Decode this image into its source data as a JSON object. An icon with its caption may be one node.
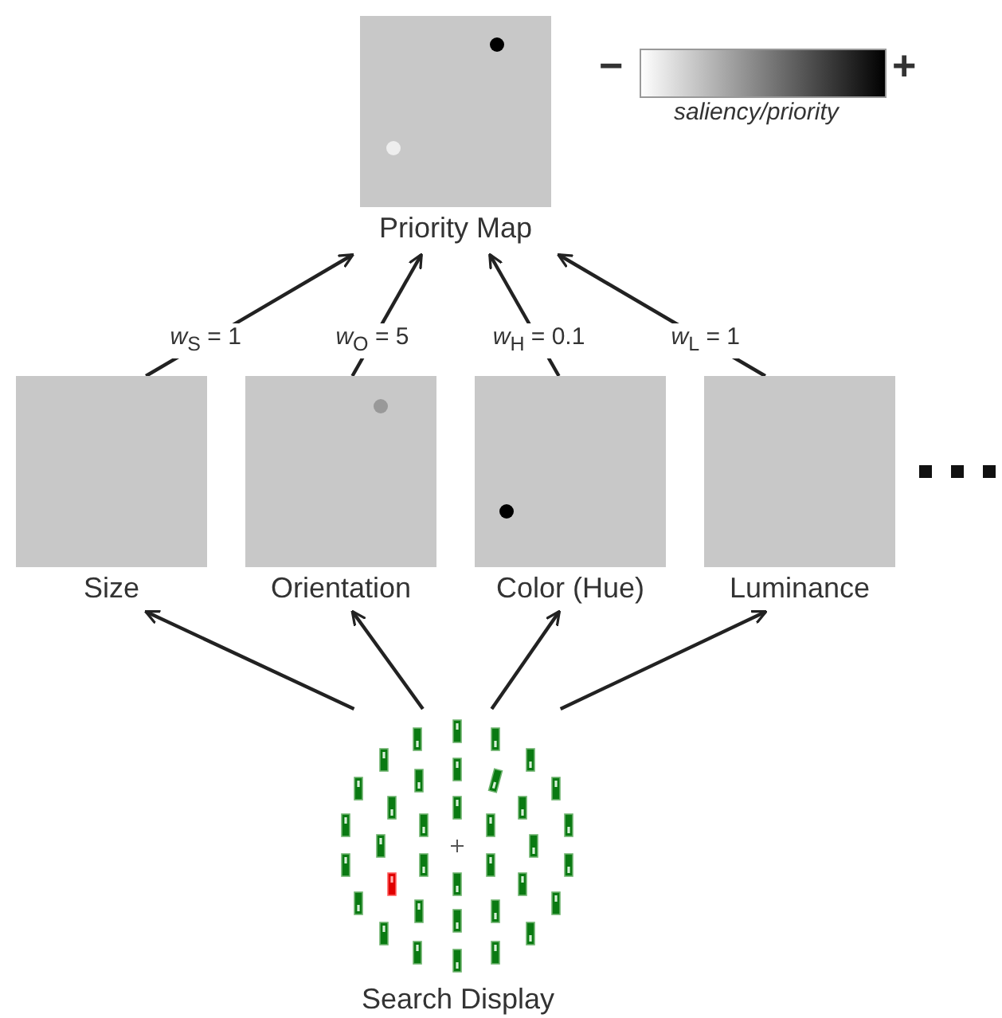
{
  "diagram": {
    "nodes": [
      {
        "text": [
          "Priority Map"
        ]
      },
      {
        "text": [
          "Size"
        ]
      },
      {
        "text": [
          "Orientation"
        ]
      },
      {
        "text": [
          "Color (Hue)"
        ]
      },
      {
        "text": [
          "Luminance"
        ]
      },
      {
        "text": [
          "Search Display"
        ]
      }
    ],
    "edges": [
      {
        "from": 1,
        "to": 0,
        "arrow": "to",
        "label": "*w*$_{S}$ = 1"
      },
      {
        "from": 2,
        "to": 0,
        "arrow": "to",
        "label": "*w*$_{O}$ = 5"
      },
      {
        "from": 3,
        "to": 0,
        "arrow": "to",
        "label": "*w*$_{H}$ = 0.1"
      },
      {
        "from": 4,
        "to": 0,
        "arrow": "to",
        "label": "*w*$_{L}$ = 1"
      },
      {
        "from": 5,
        "to": 1,
        "arrow": "to"
      },
      {
        "from": 5,
        "to": 2,
        "arrow": "to"
      },
      {
        "from": 5,
        "to": 3,
        "arrow": "to"
      },
      {
        "from": 5,
        "to": 4,
        "arrow": "to"
      }
    ],
    "labels": [
      "−",
      "+",
      "saliency/priority"
    ]
  }
}
